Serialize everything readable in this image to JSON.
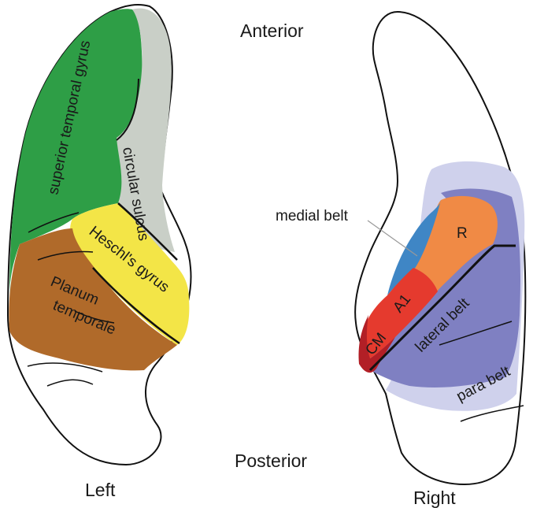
{
  "orientation": {
    "anterior": "Anterior",
    "posterior": "Posterior",
    "left": "Left",
    "right": "Right"
  },
  "left_hemisphere": {
    "superior_temporal_gyrus": "superior temporal gyrus",
    "circular_sulcus": "circular sulcus",
    "heschls_gyrus": "Heschl's gyrus",
    "planum_line1": "Planum",
    "planum_line2": "temporale"
  },
  "right_hemisphere": {
    "medial_belt": "medial belt",
    "R": "R",
    "A1": "A1",
    "CM": "CM",
    "lateral_belt": "lateral belt",
    "para_belt": "para belt"
  },
  "colors": {
    "superior_temporal_gyrus": "#2e9e46",
    "circular_sulcus": "#c9cfc7",
    "heschls_gyrus": "#f3e547",
    "planum_temporale": "#b06a2a",
    "para_belt": "#cfd1ec",
    "lateral_belt": "#7f80c2",
    "medial_belt": "#3f86c5",
    "R": "#f08a45",
    "A1": "#e53a2e",
    "CM": "#b21f26",
    "outline": "#111111"
  }
}
